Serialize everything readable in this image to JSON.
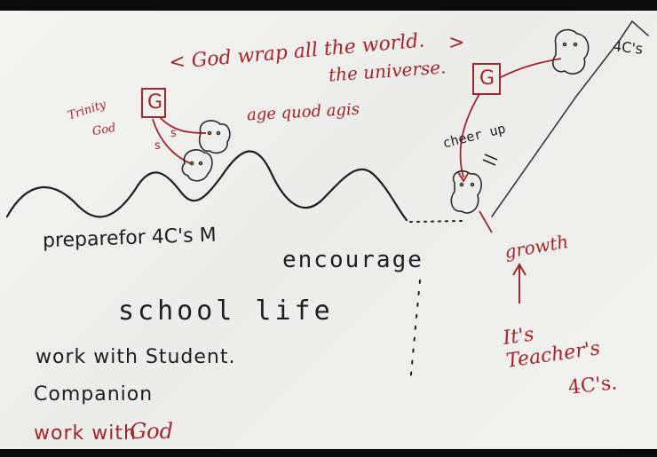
{
  "colors": {
    "ink_black": "#1e1e1e",
    "ink_red": "#a4252a",
    "paper": "#f0f0ee"
  },
  "labels": {
    "god_wrap": "< God wrap all the world.",
    "universe": "the universe.",
    "right_angle": ">",
    "trinity": "Trinity",
    "god_small": "God",
    "g_left": "G",
    "g_right": "G",
    "age_quod": "age quod agis",
    "s1": "s",
    "s2": "s",
    "cheer_up": "cheer up",
    "four_c_top": "4C's",
    "prepare": "preparefor 4C's M",
    "encourage": "encourage",
    "growth": "growth",
    "school_life": "school life",
    "its_teachers": "It's Teacher's",
    "teachers_4c": "4C's.",
    "work_with_student": "work with Student.",
    "companion": "Companion",
    "work_with": "work with",
    "god_red": "God"
  }
}
